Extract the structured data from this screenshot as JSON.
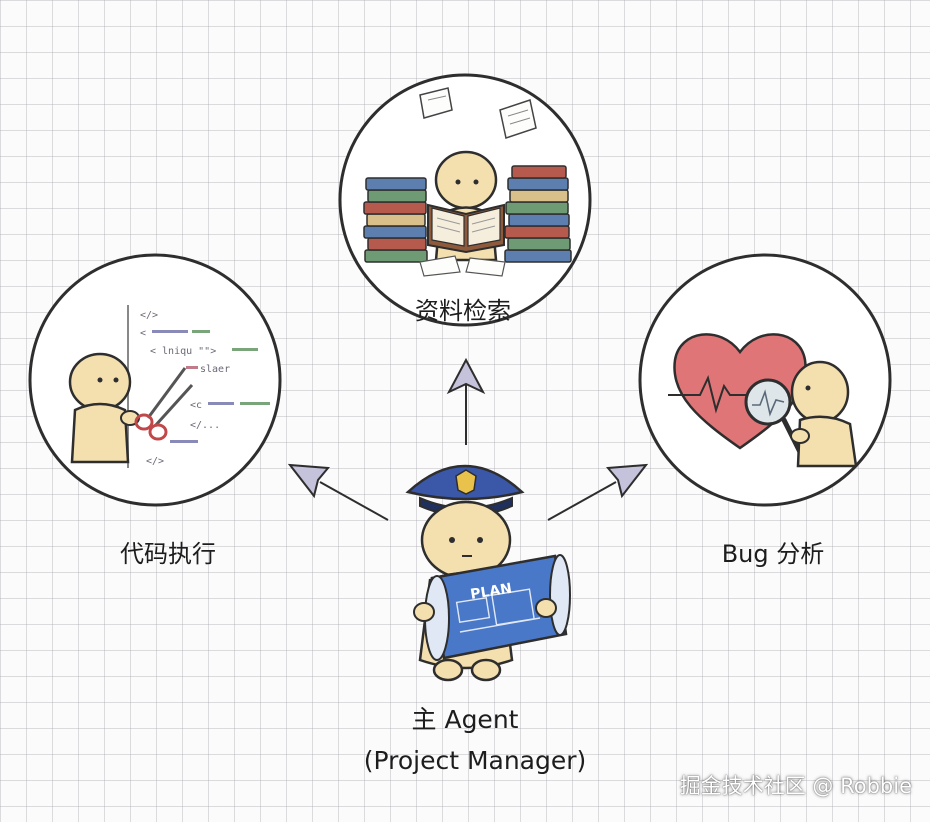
{
  "nodes": {
    "search": {
      "label": "资料检索"
    },
    "code": {
      "label": "代码执行"
    },
    "bug": {
      "label": "Bug 分析"
    },
    "main": {
      "title": "主 Agent",
      "role": "(Project Manager)",
      "plan_text": "PLAN"
    }
  },
  "code_snippet": [
    "</>",
    "<",
    "<  lniqu  \"\">",
    "slaer",
    "<c",
    "</...",
    "</>"
  ],
  "watermark": "掘金技术社区 @ Robbie",
  "colors": {
    "grid": "#c9c9d0",
    "outline": "#2e2e2e",
    "skin": "#f4dfae",
    "arrow": "#c5c3dc",
    "police_blue": "#3a57a8",
    "plan_blue": "#4a78c8",
    "heart": "#e07578",
    "book_green": "#6e9a74",
    "book_red": "#b75a4e",
    "book_blue": "#5c7fb0"
  }
}
